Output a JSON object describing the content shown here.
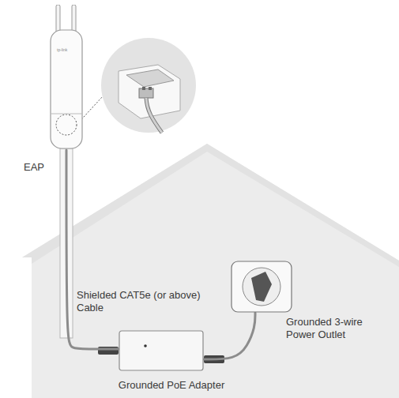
{
  "diagram": {
    "nodes": [
      {
        "text": [
          "EAP"
        ]
      },
      {
        "text": [
          "Grounded PoE Adapter"
        ]
      },
      {
        "text": [
          "Grounded 3-wire Power Outlet"
        ]
      }
    ],
    "edges": [
      {
        "from": 0,
        "to": 1,
        "arrow": "none",
        "label": "Shielded CAT5e (or above) Cable"
      },
      {
        "from": 1,
        "to": 2,
        "arrow": "none"
      }
    ],
    "labels": [
      "tp-link"
    ]
  }
}
